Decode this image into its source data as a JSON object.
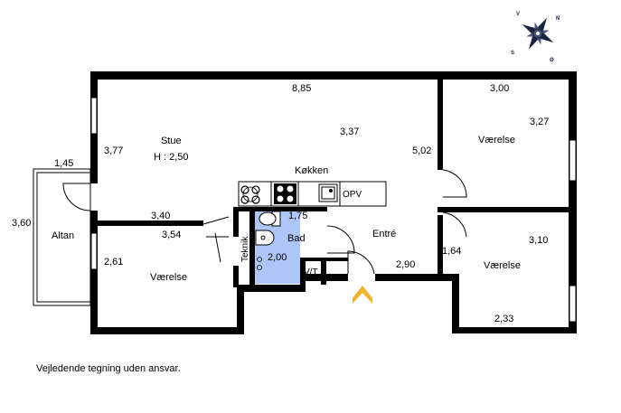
{
  "compass": {
    "n": "N",
    "v": "V",
    "s": "S",
    "o": "Ø"
  },
  "rooms": {
    "stue_name": "Stue",
    "stue_height": "H : 2,50",
    "kokken": "Køkken",
    "opv": "OPV",
    "bad": "Bad",
    "teknik": "Teknik",
    "vt": "V/T",
    "entre": "Entré",
    "altan": "Altan",
    "vaerelse_ne": "Værelse",
    "vaerelse_se": "Værelse",
    "vaerelse_sw": "Værelse"
  },
  "dimensions": {
    "top_width": "8,85",
    "stue_depth": "3,77",
    "kitchen_depth": "3,37",
    "hall_depth": "5,02",
    "altan_width": "1,45",
    "altan_depth": "3,60",
    "wall_340": "3,40",
    "wall_354": "3,54",
    "sw_room_depth": "2,61",
    "bath_width": "1,75",
    "bath_depth": "2,00",
    "entry_width": "2,90",
    "se_room_gap": "1,64",
    "ne_room_width": "3,00",
    "ne_room_depth": "3,27",
    "se_room_depth": "3,10",
    "se_room_width": "2,33"
  },
  "colors": {
    "wall": "#000000",
    "bath": "#aec6f7",
    "entry_arrow": "#f0b428",
    "compass": "#1b2440"
  },
  "disclaimer": "Vejledende tegning uden ansvar."
}
